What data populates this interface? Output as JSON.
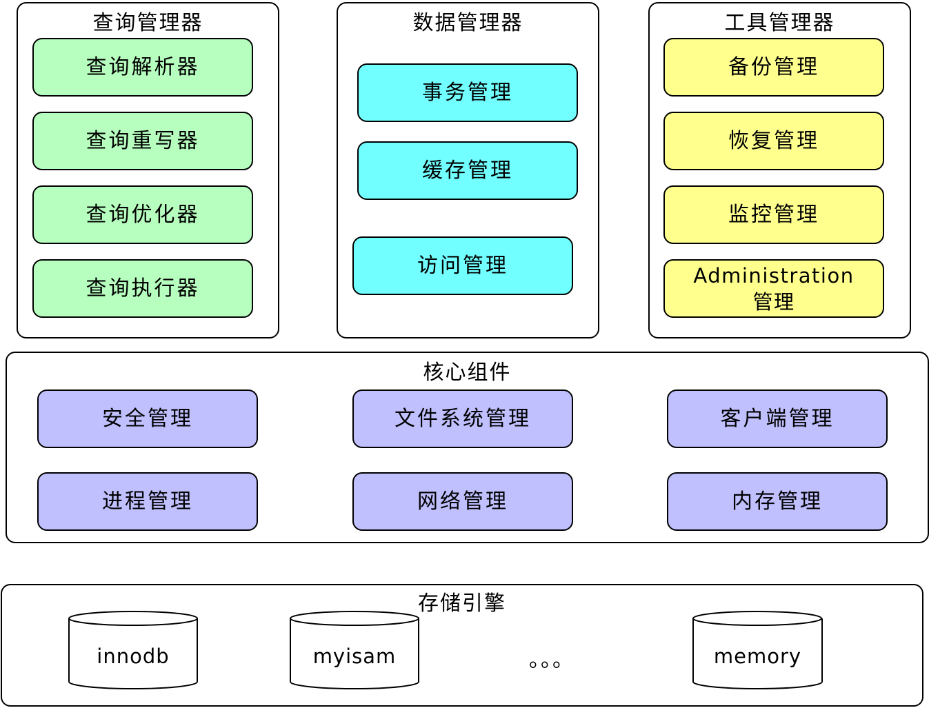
{
  "query_manager": {
    "title": "查询管理器",
    "items": [
      "查询解析器",
      "查询重写器",
      "查询优化器",
      "查询执行器"
    ]
  },
  "data_manager": {
    "title": "数据管理器",
    "items": [
      "事务管理",
      "缓存管理",
      "访问管理"
    ]
  },
  "tool_manager": {
    "title": "工具管理器",
    "items": [
      "备份管理",
      "恢复管理",
      "监控管理"
    ],
    "admin_line1": "Administration",
    "admin_line2": "管理"
  },
  "core_components": {
    "title": "核心组件",
    "items": [
      "安全管理",
      "文件系统管理",
      "客户端管理",
      "进程管理",
      "网络管理",
      "内存管理"
    ]
  },
  "storage_engine": {
    "title": "存储引擎",
    "engines": [
      "innodb",
      "myisam",
      "memory"
    ],
    "ellipsis": "。。。"
  },
  "colors": {
    "query": "#b7ffbf",
    "data": "#72ffff",
    "tool": "#ffff8e",
    "core": "#c0c0ff"
  }
}
